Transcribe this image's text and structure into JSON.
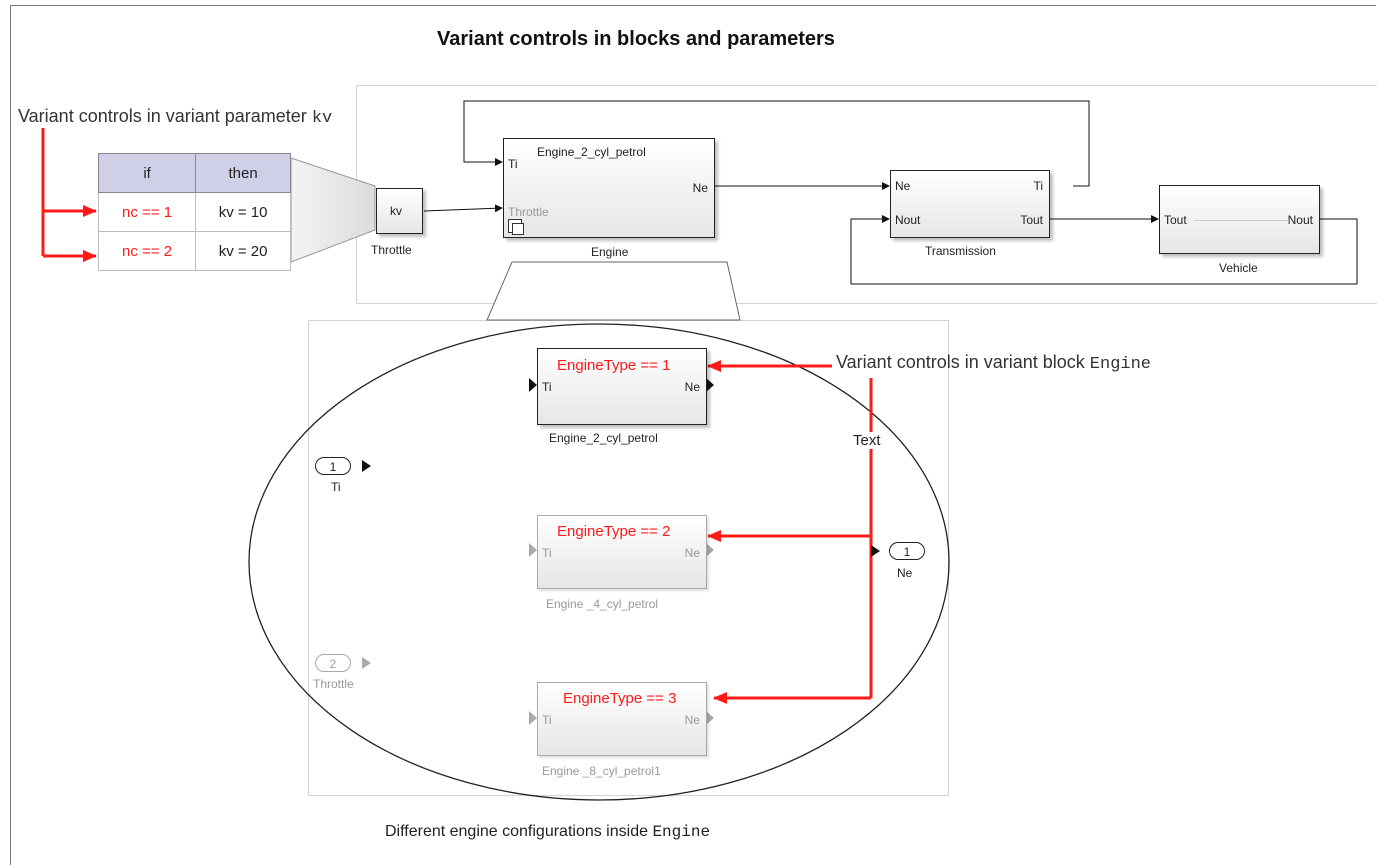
{
  "title": "Variant controls in blocks and parameters",
  "param_annotation": {
    "text": "Variant controls in variant parameter ",
    "code": "kv"
  },
  "block_annotation": {
    "text": "Variant controls in variant block ",
    "code": "Engine"
  },
  "bottom_caption": {
    "text": "Different engine configurations inside ",
    "code": "Engine"
  },
  "variant_table": {
    "headers": [
      "if",
      "then"
    ],
    "rows": [
      {
        "condition": "nc == 1",
        "value": "kv = 10"
      },
      {
        "condition": "nc == 2",
        "value": "kv = 20"
      }
    ]
  },
  "model": {
    "throttle_block": {
      "content": "kv",
      "name": "Throttle"
    },
    "engine_block": {
      "title": "Engine_2_cyl_petrol",
      "in_ti": "Ti",
      "in_throttle": "Throttle",
      "out_ne": "Ne",
      "name": "Engine"
    },
    "transmission_block": {
      "in_ne": "Ne",
      "in_nout": "Nout",
      "out_ti": "Ti",
      "out_tout": "Tout",
      "name": "Transmission"
    },
    "vehicle_block": {
      "in_tout": "Tout",
      "out_nout": "Nout",
      "name": "Vehicle"
    }
  },
  "inside_engine": {
    "text_label": "Text",
    "inport_ti": {
      "number": "1",
      "name": "Ti"
    },
    "inport_throttle": {
      "number": "2",
      "name": "Throttle"
    },
    "outport_ne": {
      "number": "1",
      "name": "Ne"
    },
    "variants": [
      {
        "condition": "EngineType == 1",
        "in": "Ti",
        "out": "Ne",
        "name": "Engine_2_cyl_petrol",
        "active": true
      },
      {
        "condition": "EngineType == 2",
        "in": "Ti",
        "out": "Ne",
        "name": "Engine _4_cyl_petrol",
        "active": false
      },
      {
        "condition": "EngineType == 3",
        "in": "Ti",
        "out": "Ne",
        "name": "Engine _8_cyl_petrol1",
        "active": false
      }
    ]
  },
  "colors": {
    "annotation_red": "#ff1a1a",
    "table_header": "#cfd0e8"
  }
}
